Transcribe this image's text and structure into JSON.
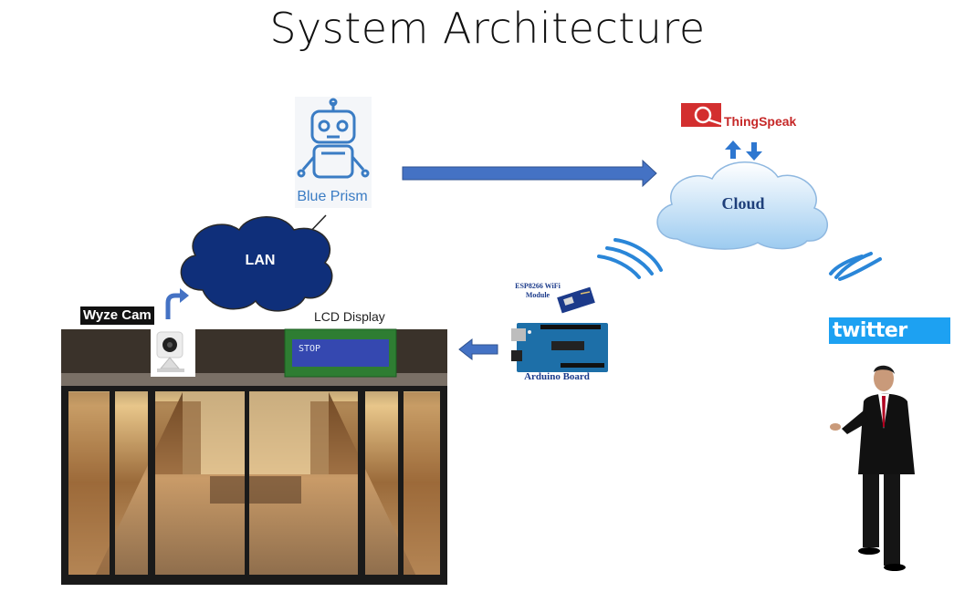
{
  "title": "System Architecture",
  "nodes": {
    "blue_prism": "Blue Prism",
    "lan": "LAN",
    "cloud": "Cloud",
    "thingspeak": "ThingSpeak",
    "wyze_cam": "Wyze Cam",
    "lcd_display": "LCD Display",
    "lcd_screen_text": "STOP",
    "esp_module": "ESP8266 WiFi Module",
    "arduino": "Arduino Board",
    "twitter": "twitter"
  },
  "icons": {
    "robot": "robot-icon",
    "cloud": "cloud-icon",
    "wifi": "wifi-signal-icon",
    "camera": "camera-icon",
    "twitter_bird": "twitter-bird-icon"
  },
  "colors": {
    "arrow": "#4472c4",
    "lan_cloud": "#0f2f7a",
    "cloud_fill": "#cfe6f8",
    "twitter_blue": "#1da1f2",
    "thingspeak_red": "#d32f2f"
  }
}
